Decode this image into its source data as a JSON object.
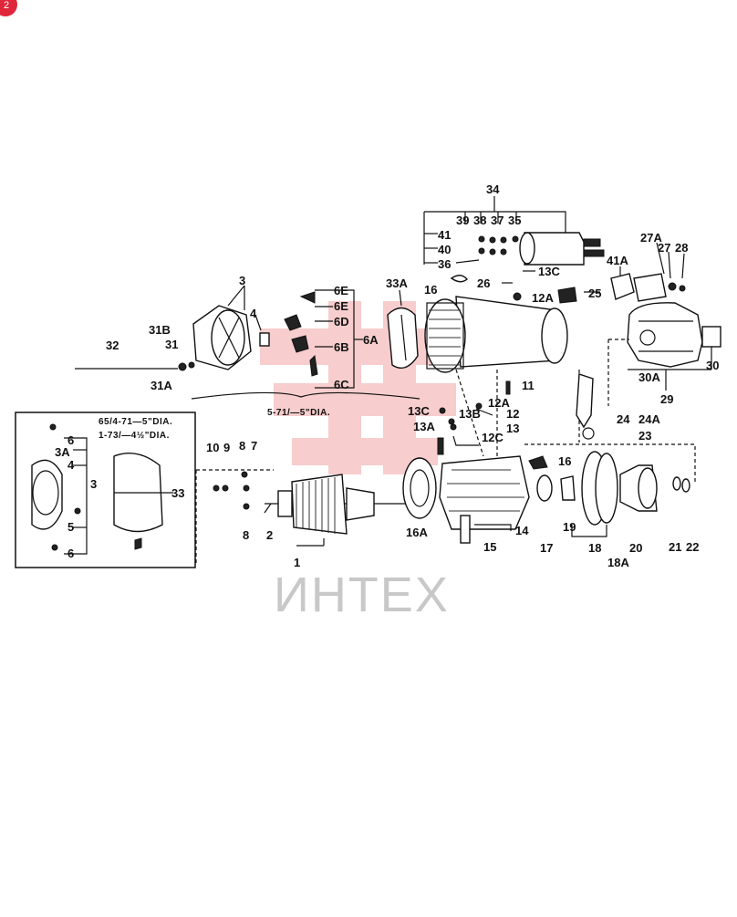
{
  "badge_text": "2",
  "watermark_text": "ИНТЕХ",
  "notes": {
    "bottom_left_1": "65/4-71—5\"DIA.",
    "bottom_left_2": "1-73/—4½\"DIA.",
    "center": "5-71/—5\"DIA."
  },
  "part_labels": [
    "34",
    "39",
    "38",
    "37",
    "35",
    "41",
    "40",
    "36",
    "16",
    "26",
    "13C",
    "12A",
    "25",
    "27A",
    "27",
    "28",
    "41A",
    "3",
    "4",
    "31B",
    "31",
    "31A",
    "32",
    "6E",
    "6E",
    "6D",
    "6B",
    "6A",
    "6C",
    "33A",
    "30A",
    "30",
    "29",
    "24",
    "24A",
    "23",
    "11",
    "12A",
    "13C",
    "13B",
    "12",
    "13A",
    "13",
    "12C",
    "16",
    "10",
    "9",
    "8",
    "7",
    "8",
    "2",
    "1",
    "16A",
    "14",
    "15",
    "17",
    "19",
    "18",
    "18A",
    "20",
    "21",
    "22",
    "6",
    "3A",
    "4",
    "3",
    "5",
    "6",
    "33"
  ],
  "colors": {
    "badge": "#e0263a",
    "watermark": "#f2a6a6",
    "ink": "#111111"
  }
}
